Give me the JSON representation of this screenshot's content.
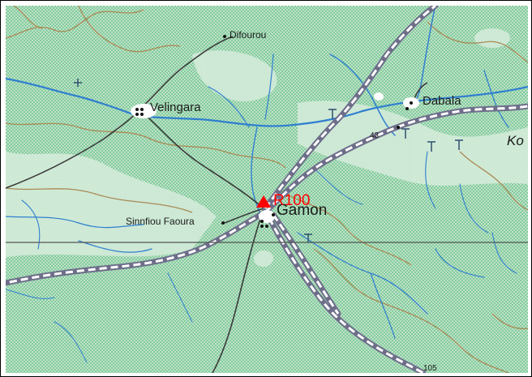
{
  "map": {
    "places": {
      "difourou": "Difourou",
      "velingara": "Velingara",
      "dabala": "Dabala",
      "ko": "Ko",
      "gamon": "Gamon",
      "sinnfiou_faoura": "Sinnfiou Faoura"
    },
    "road_numbers": {
      "r43": "43",
      "r105": "105"
    },
    "marker": {
      "label": "R100",
      "color": "#ff0000"
    },
    "colors": {
      "land": "#b9dcc4",
      "stipple": "#4fbf78",
      "water": "#2f7fcf",
      "contour": "#a98a55",
      "track": "#3a3a3a",
      "road_casing": "#6e6e8a",
      "settlement": "#ffffff"
    }
  }
}
